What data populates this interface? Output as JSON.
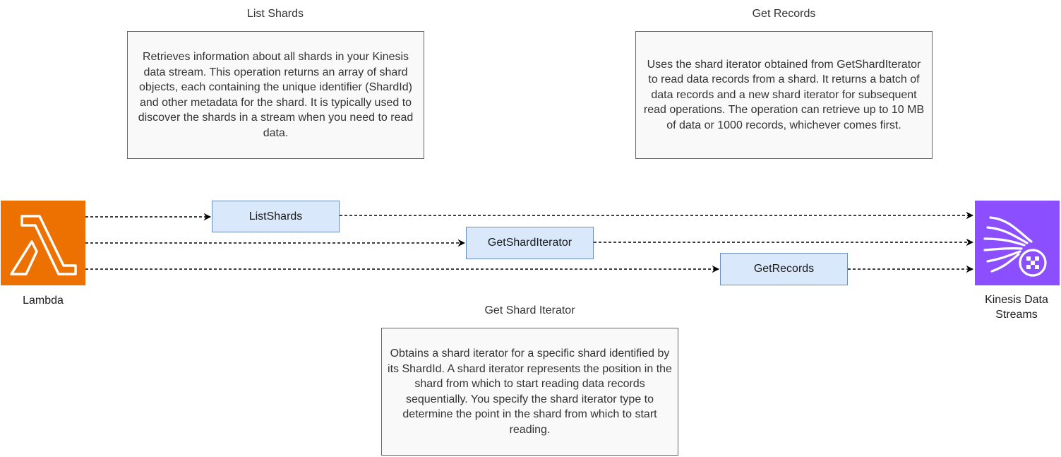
{
  "notes": {
    "list_shards": {
      "title": "List Shards",
      "text": "Retrieves information about all shards in your Kinesis data stream. This operation returns an array of shard objects, each containing the unique identifier (ShardId) and other metadata for the shard. It is typically used to discover the shards in a stream when you need to read data."
    },
    "get_records": {
      "title": "Get Records",
      "text": "Uses the shard iterator obtained from GetShardIterator to read data records from a shard. It returns a batch of data records and a new shard iterator for subsequent read operations. The operation can retrieve up to 10 MB of data or 1000 records, whichever comes first."
    },
    "get_shard_iterator": {
      "title": "Get Shard Iterator",
      "text": "Obtains a shard iterator for a specific shard identified by its ShardId. A shard iterator represents the position in the shard from which to start reading data records sequentially. You specify the shard iterator type to determine the point in the shard from which to start reading."
    }
  },
  "operations": {
    "list_shards": "ListShards",
    "get_shard_iterator": "GetShardIterator",
    "get_records": "GetRecords"
  },
  "services": {
    "lambda": {
      "label": "Lambda",
      "icon": "lambda-icon",
      "color": "#ED7100"
    },
    "kinesis": {
      "label": "Kinesis Data Streams",
      "icon": "kinesis-data-streams-icon",
      "color": "#8C4FFF"
    }
  },
  "colors": {
    "op_fill": "#dae8fc",
    "op_stroke": "#6c8ebf",
    "note_fill": "#f9f9f9",
    "note_stroke": "#666666"
  }
}
